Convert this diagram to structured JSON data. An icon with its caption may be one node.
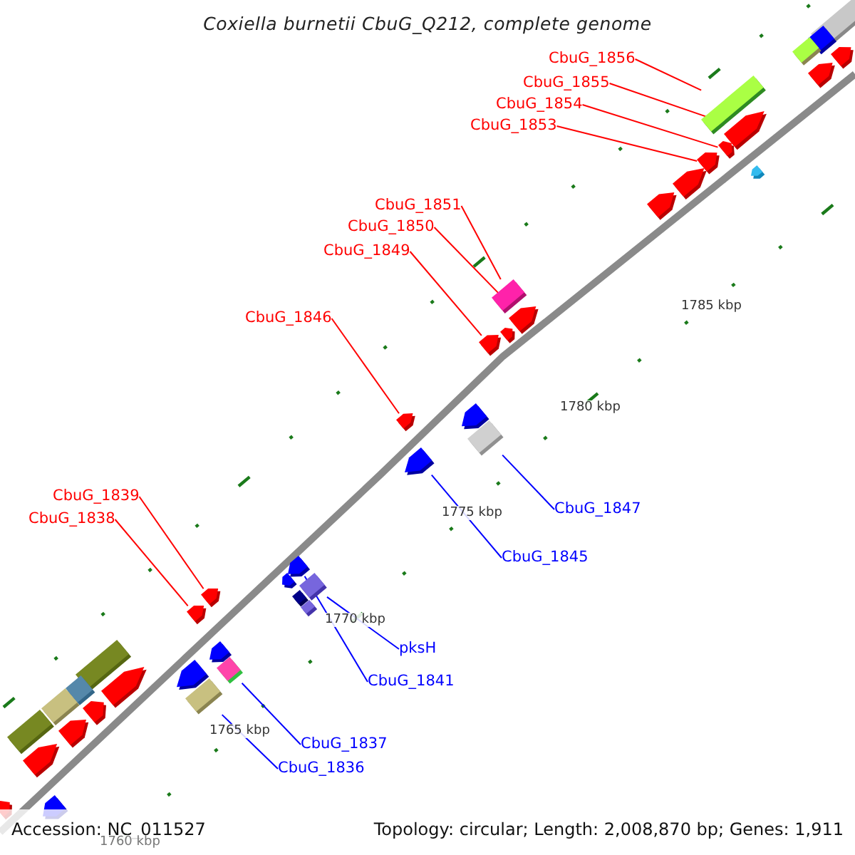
{
  "diagram": {
    "title": "Coxiella burnetii CbuG_Q212, complete genome",
    "nodes": [
      {
        "text": [
          "CbuG_1856"
        ]
      },
      {
        "text": [
          "CbuG_1855"
        ]
      },
      {
        "text": [
          "CbuG_1854"
        ]
      },
      {
        "text": [
          "CbuG_1853"
        ]
      },
      {
        "text": [
          "CbuG_1851"
        ]
      },
      {
        "text": [
          "CbuG_1850"
        ]
      },
      {
        "text": [
          "CbuG_1849"
        ]
      },
      {
        "text": [
          "CbuG_1846"
        ]
      },
      {
        "text": [
          "CbuG_1847"
        ]
      },
      {
        "text": [
          "CbuG_1845"
        ]
      },
      {
        "text": [
          "CbuG_1839"
        ]
      },
      {
        "text": [
          "CbuG_1838"
        ]
      },
      {
        "text": [
          "pksH"
        ]
      },
      {
        "text": [
          "CbuG_1841"
        ]
      },
      {
        "text": [
          "CbuG_1837"
        ]
      },
      {
        "text": [
          "CbuG_1836"
        ]
      },
      {
        "text": [],
        "shape": "box"
      },
      {
        "text": [],
        "shape": "arrow"
      },
      {
        "text": [],
        "shape": "arrow"
      },
      {
        "text": [],
        "shape": "arrow"
      },
      {
        "text": [],
        "shape": "box"
      },
      {
        "text": [],
        "shape": "arrow"
      },
      {
        "text": [],
        "shape": "arrow"
      },
      {
        "text": [],
        "shape": "arrow"
      },
      {
        "text": [],
        "shape": "box"
      },
      {
        "text": [],
        "shape": "arrow"
      },
      {
        "text": [],
        "shape": "arrow"
      },
      {
        "text": [],
        "shape": "arrow"
      },
      {
        "text": [],
        "shape": "box"
      },
      {
        "text": [],
        "shape": "arrow"
      },
      {
        "text": [],
        "shape": "box"
      },
      {
        "text": [],
        "shape": "box"
      },
      {
        "text": [],
        "shape": "box"
      },
      {
        "text": [],
        "shape": "box"
      },
      {
        "text": [],
        "shape": "box"
      },
      {
        "text": [],
        "shape": "arrow"
      },
      {
        "text": [],
        "shape": "arrow"
      },
      {
        "text": [],
        "shape": "arrow"
      },
      {
        "text": [],
        "shape": "arrow"
      },
      {
        "text": [],
        "shape": "arrow"
      },
      {
        "text": [],
        "shape": "arrow"
      },
      {
        "text": [],
        "shape": "arrow"
      },
      {
        "text": [],
        "shape": "arrow"
      },
      {
        "text": [],
        "shape": "box"
      },
      {
        "text": [],
        "shape": "box"
      },
      {
        "text": [],
        "shape": "arrow"
      },
      {
        "text": [],
        "shape": "arrow"
      },
      {
        "text": [],
        "shape": "box"
      },
      {
        "text": [],
        "shape": "box"
      },
      {
        "text": [],
        "shape": "box"
      },
      {
        "text": [],
        "shape": "box"
      },
      {
        "text": [],
        "shape": "arrow"
      },
      {
        "text": [],
        "shape": "arrow"
      },
      {
        "text": [],
        "shape": "arrow"
      },
      {
        "text": [],
        "shape": "arrow"
      },
      {
        "text": [],
        "shape": "arrow"
      },
      {
        "text": [],
        "shape": "arrow"
      }
    ],
    "edges": [
      {
        "from": 0,
        "to": 16,
        "arrow": "none"
      },
      {
        "from": 1,
        "to": 17,
        "arrow": "none"
      },
      {
        "from": 2,
        "to": 18,
        "arrow": "none"
      },
      {
        "from": 3,
        "to": 19,
        "arrow": "none"
      },
      {
        "from": 4,
        "to": 20,
        "arrow": "none"
      },
      {
        "from": 5,
        "to": 21,
        "arrow": "none"
      },
      {
        "from": 6,
        "to": 22,
        "arrow": "none"
      },
      {
        "from": 7,
        "to": 23,
        "arrow": "none"
      },
      {
        "from": 8,
        "to": 24,
        "arrow": "none",
        "color": "#0000ff"
      },
      {
        "from": 9,
        "to": 25,
        "arrow": "none",
        "color": "#0000ff"
      },
      {
        "from": 10,
        "to": 26,
        "arrow": "none"
      },
      {
        "from": 11,
        "to": 27,
        "arrow": "none"
      },
      {
        "from": 12,
        "to": 28,
        "arrow": "none",
        "color": "#0000ff"
      },
      {
        "from": 13,
        "to": 29,
        "arrow": "none",
        "color": "#0000ff"
      },
      {
        "from": 14,
        "to": 30,
        "arrow": "none",
        "color": "#0000ff"
      },
      {
        "from": 15,
        "to": 31,
        "arrow": "none",
        "color": "#0000ff"
      }
    ],
    "labels": [
      "1785 kbp",
      "1780 kbp",
      "1775 kbp",
      "1770 kbp",
      "1765 kbp",
      "1760 kbp",
      "Accession: NC_011527",
      "Topology: circular; Length: 2,008,870 bp; Genes: 1,911"
    ]
  }
}
